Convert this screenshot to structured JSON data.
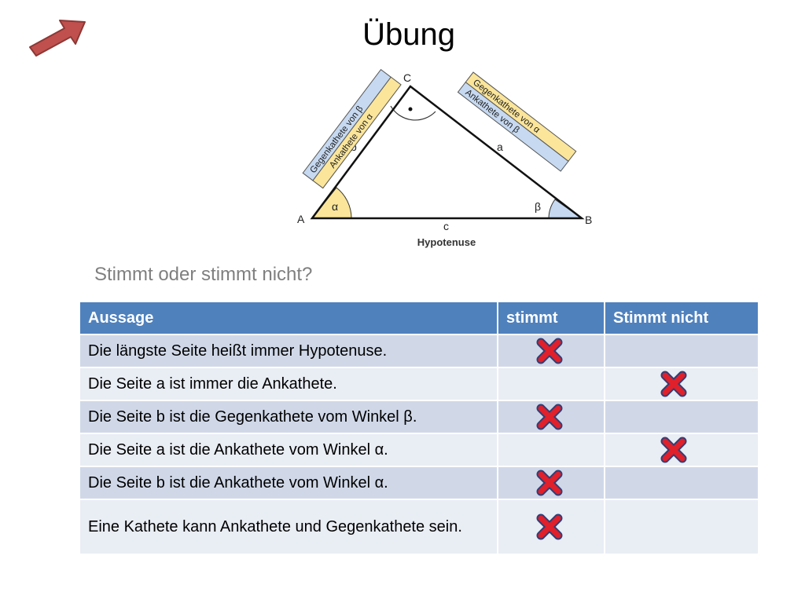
{
  "slide": {
    "title": "Übung",
    "subtitle": "Stimmt oder stimmt nicht?"
  },
  "diagram": {
    "vertex_a": "A",
    "vertex_b": "B",
    "vertex_c": "C",
    "side_a": "a",
    "side_b": "b",
    "side_c": "c",
    "angle_alpha": "α",
    "angle_beta": "β",
    "hypotenuse_label": "Hypotenuse",
    "left_tag_1": "Gegenkathete von β",
    "left_tag_2": "Ankathete von α",
    "right_tag_1": "Gegenkathete von α",
    "right_tag_2": "Ankathete von β"
  },
  "table": {
    "headers": [
      "Aussage",
      "stimmt",
      "Stimmt nicht"
    ],
    "rows": [
      {
        "statement": "Die längste Seite heißt immer Hypotenuse.",
        "answer": "stimmt"
      },
      {
        "statement": "Die Seite a ist immer die Ankathete.",
        "answer": "stimmt nicht"
      },
      {
        "statement": "Die Seite b ist die Gegenkathete vom Winkel β.",
        "answer": "stimmt"
      },
      {
        "statement": "Die Seite a ist die Ankathete vom Winkel α.",
        "answer": "stimmt nicht"
      },
      {
        "statement": "Die Seite b ist die Ankathete vom Winkel α.",
        "answer": "stimmt"
      },
      {
        "statement": "Eine Kathete kann Ankathete und Gegenkathete sein.",
        "answer": "stimmt"
      }
    ]
  },
  "colors": {
    "header_blue": "#4f81bd",
    "row_dark": "#d0d8e8",
    "row_light": "#e9edf4",
    "cross_red": "#e0202a",
    "cross_outline": "#2f3f77",
    "arrow_red": "#c0504d",
    "tag_yellow": "#fbe59a",
    "tag_blue": "#c6d9f1"
  }
}
